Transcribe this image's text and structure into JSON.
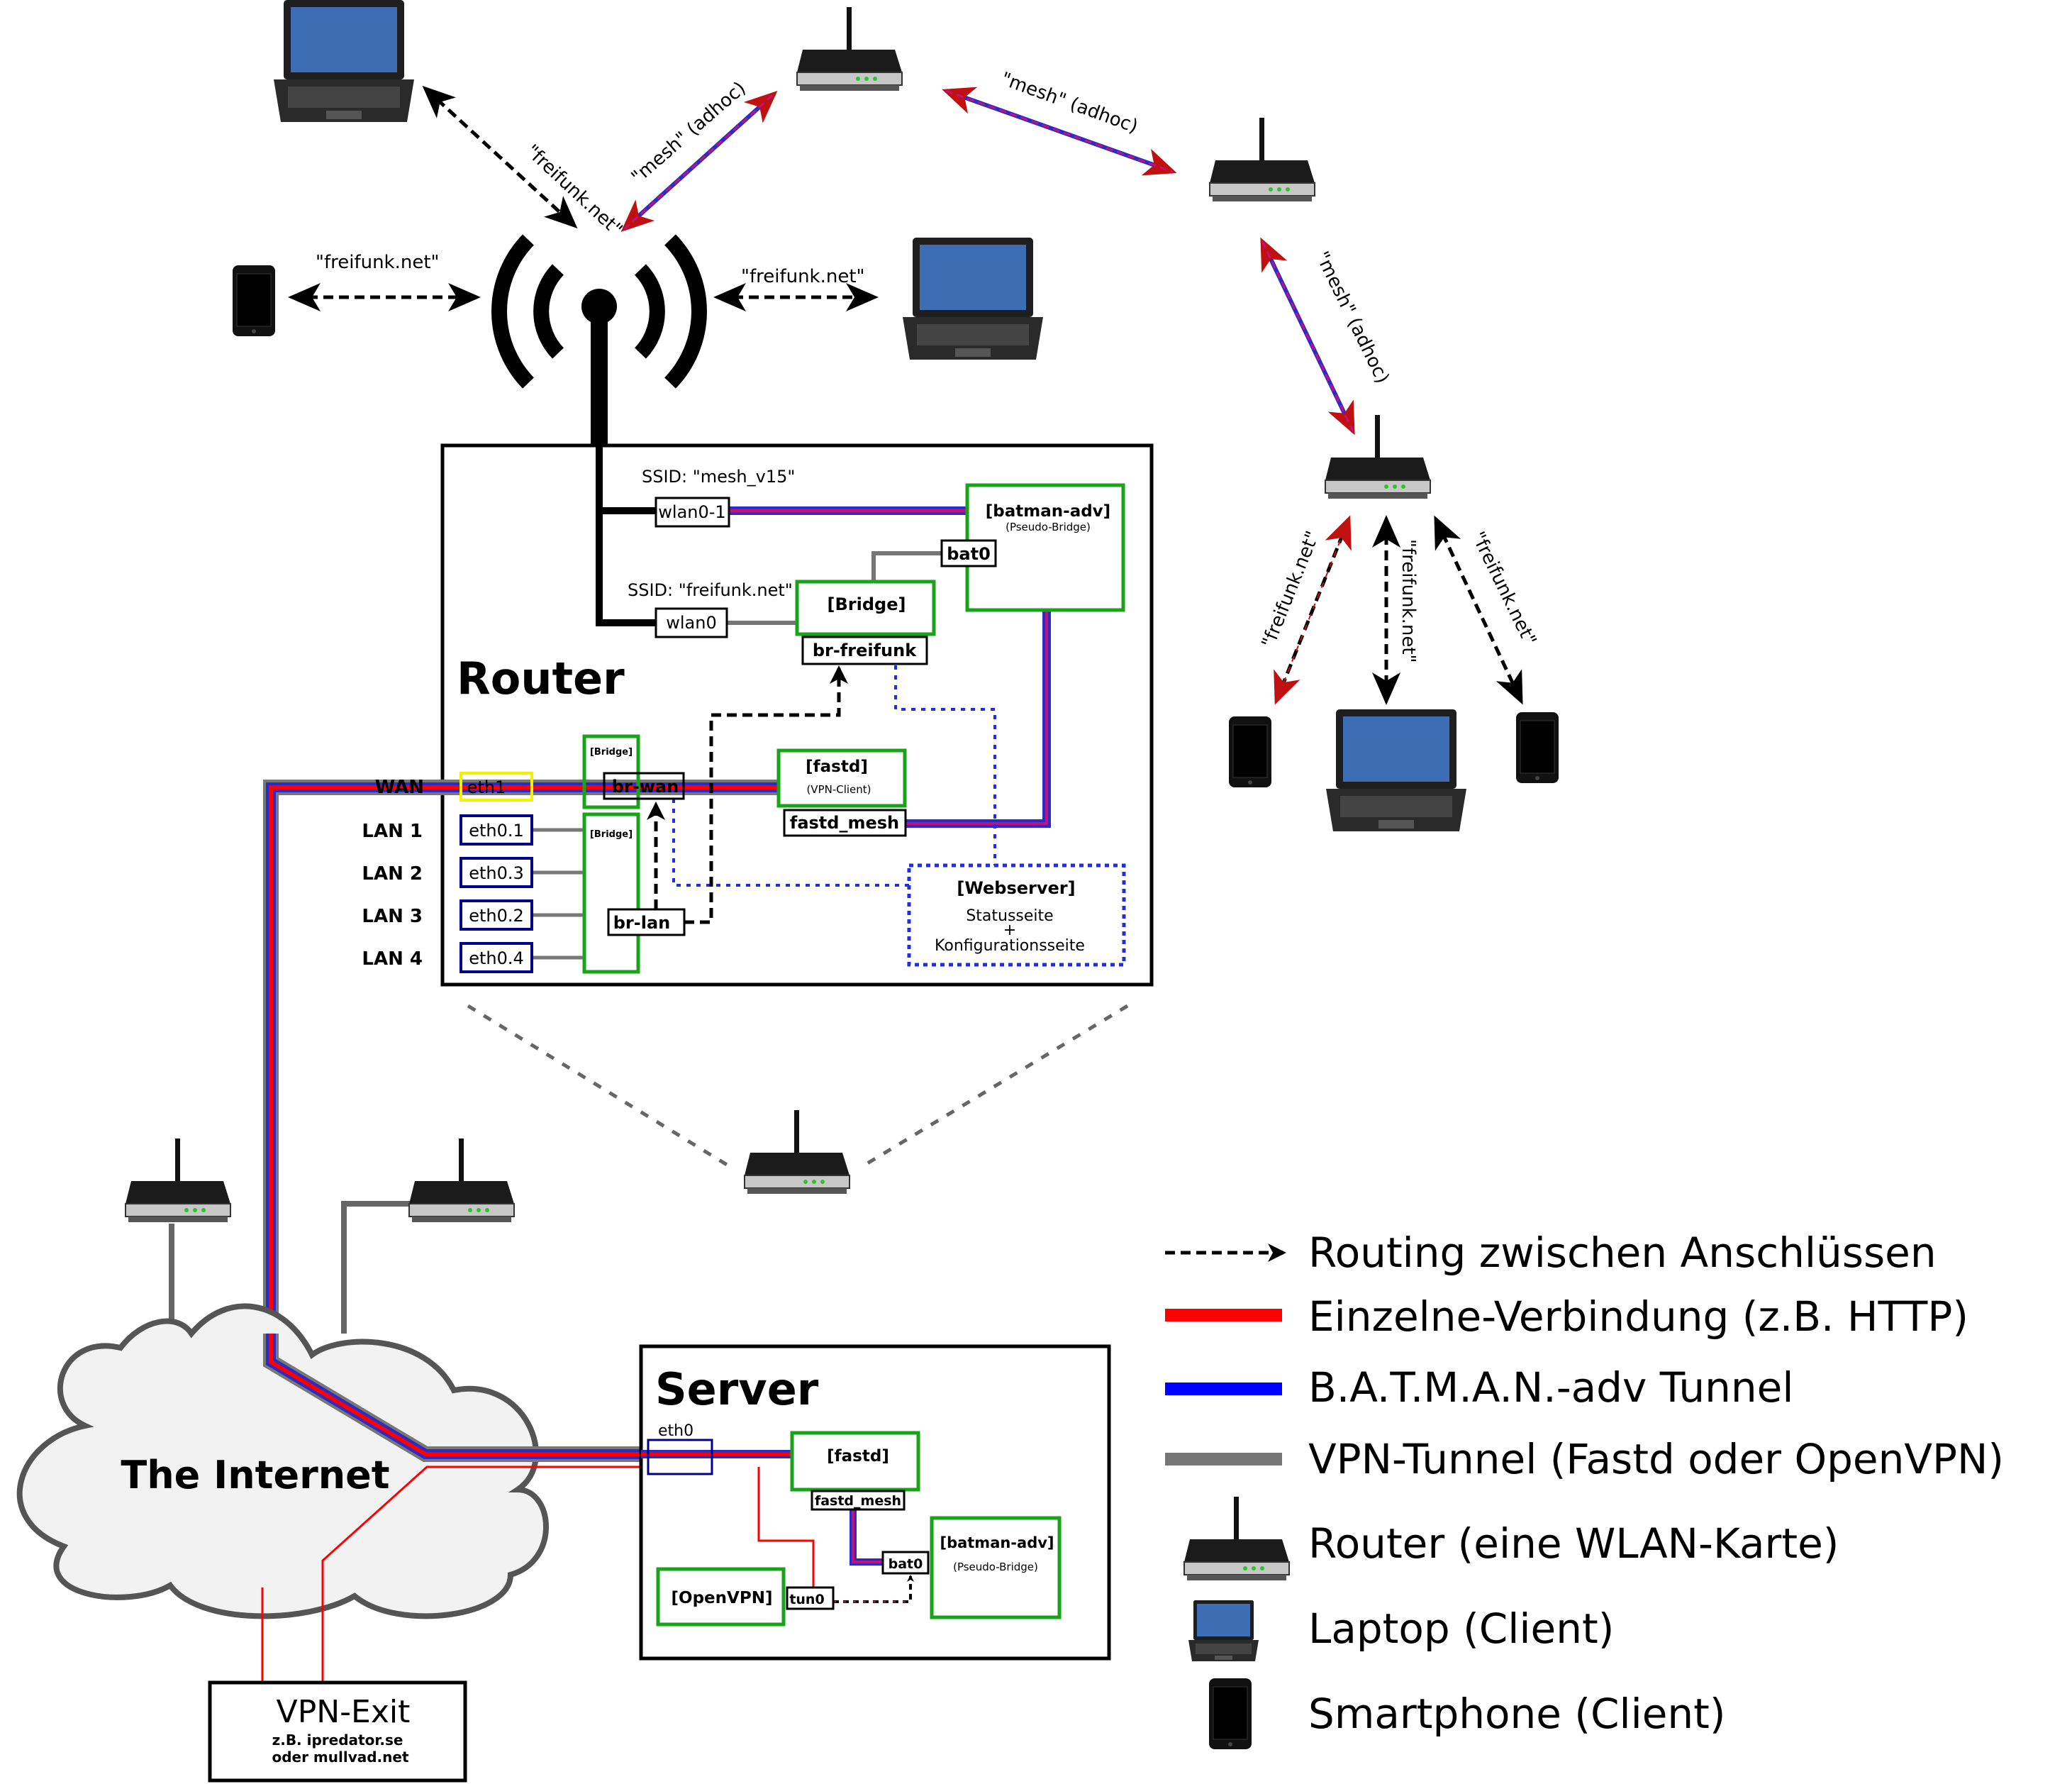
{
  "wifi": {
    "ssid_mesh": "SSID: \"mesh_v15\"",
    "ssid_freifunk": "SSID: \"freifunk.net\""
  },
  "links": {
    "freifunk": "\"freifunk.net\"",
    "mesh_adhoc": "\"mesh\" (adhoc)"
  },
  "router": {
    "title": "Router",
    "wlan0_1": "wlan0-1",
    "wlan0": "wlan0",
    "batman": "[batman-adv]",
    "pseudo_bridge": "(Pseudo-Bridge)",
    "bat0": "bat0",
    "bridge": "[Bridge]",
    "br_freifunk": "br-freifunk",
    "fastd": "[fastd]",
    "vpn_client": "(VPN-Client)",
    "fastd_mesh": "fastd_mesh",
    "bridge_small": "[Bridge]",
    "br_wan": "br-wan",
    "br_lan": "br-lan",
    "wan_label": "WAN",
    "eth1": "eth1",
    "lan_ports": [
      {
        "label": "LAN 1",
        "iface": "eth0.1"
      },
      {
        "label": "LAN 2",
        "iface": "eth0.3"
      },
      {
        "label": "LAN 3",
        "iface": "eth0.2"
      },
      {
        "label": "LAN 4",
        "iface": "eth0.4"
      }
    ],
    "webserver": "[Webserver]",
    "statusseite": "Statusseite",
    "plus": "+",
    "konfig": "Konfigurationsseite"
  },
  "server": {
    "title": "Server",
    "eth0": "eth0",
    "fastd": "[fastd]",
    "fastd_mesh": "fastd_mesh",
    "batman": "[batman-adv]",
    "pseudo_bridge": "(Pseudo-Bridge)",
    "bat0": "bat0",
    "openvpn": "[OpenVPN]",
    "tun0": "tun0"
  },
  "internet": "The Internet",
  "vpn_exit": {
    "title": "VPN-Exit",
    "line1": "z.B. ipredator.se",
    "line2": "oder mullvad.net"
  },
  "legend": [
    {
      "kind": "routing",
      "text": "Routing zwischen Anschlüssen"
    },
    {
      "kind": "line",
      "color": "#ff0000",
      "text": "Einzelne-Verbindung (z.B. HTTP)"
    },
    {
      "kind": "line",
      "color": "#0000ff",
      "text": "B.A.T.M.A.N.-adv Tunnel"
    },
    {
      "kind": "line",
      "color": "#777777",
      "text": "VPN-Tunnel (Fastd oder OpenVPN)"
    },
    {
      "kind": "router-icon",
      "text": "Router (eine WLAN-Karte)"
    },
    {
      "kind": "laptop-icon",
      "text": "Laptop (Client)"
    },
    {
      "kind": "phone-icon",
      "text": "Smartphone (Client)"
    }
  ],
  "colors": {
    "green_box": "#1aa31a",
    "navy_box": "#00008b",
    "yellow_box": "#f2f200",
    "batman_blue": "#2b2bc8",
    "mesh_pink": "#c0117e",
    "vpn_grey": "#777777",
    "cloud_fill": "#f2f2f2"
  }
}
